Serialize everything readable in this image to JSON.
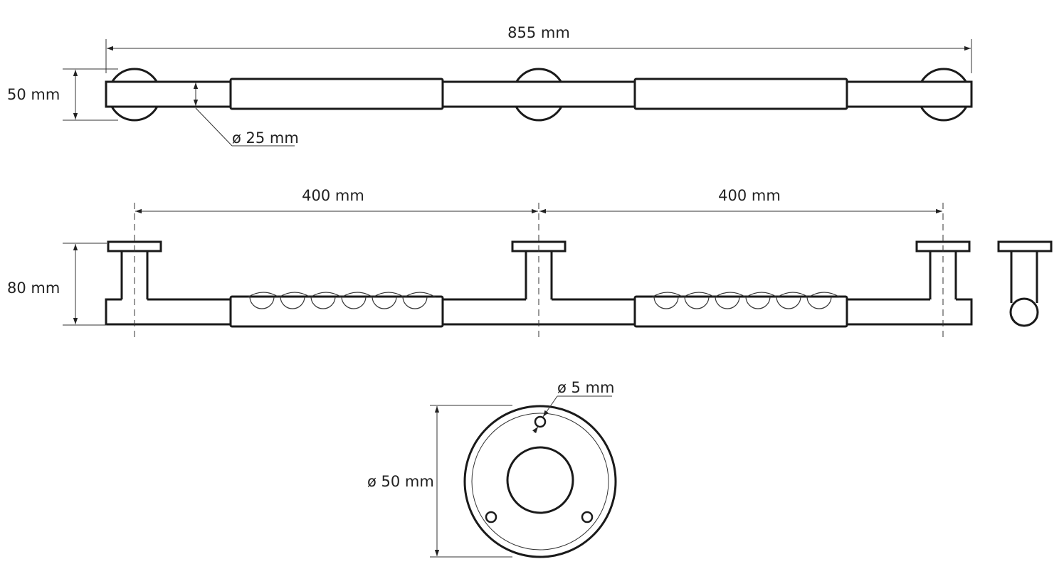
{
  "dimensions": {
    "total_length": "855 mm",
    "depth_top": "50 mm",
    "tube_diameter": "ø 25 mm",
    "spacing_left": "400 mm",
    "spacing_right": "400 mm",
    "height_side": "80 mm",
    "hole_diameter": "ø 5 mm",
    "flange_diameter": "ø 50 mm"
  }
}
